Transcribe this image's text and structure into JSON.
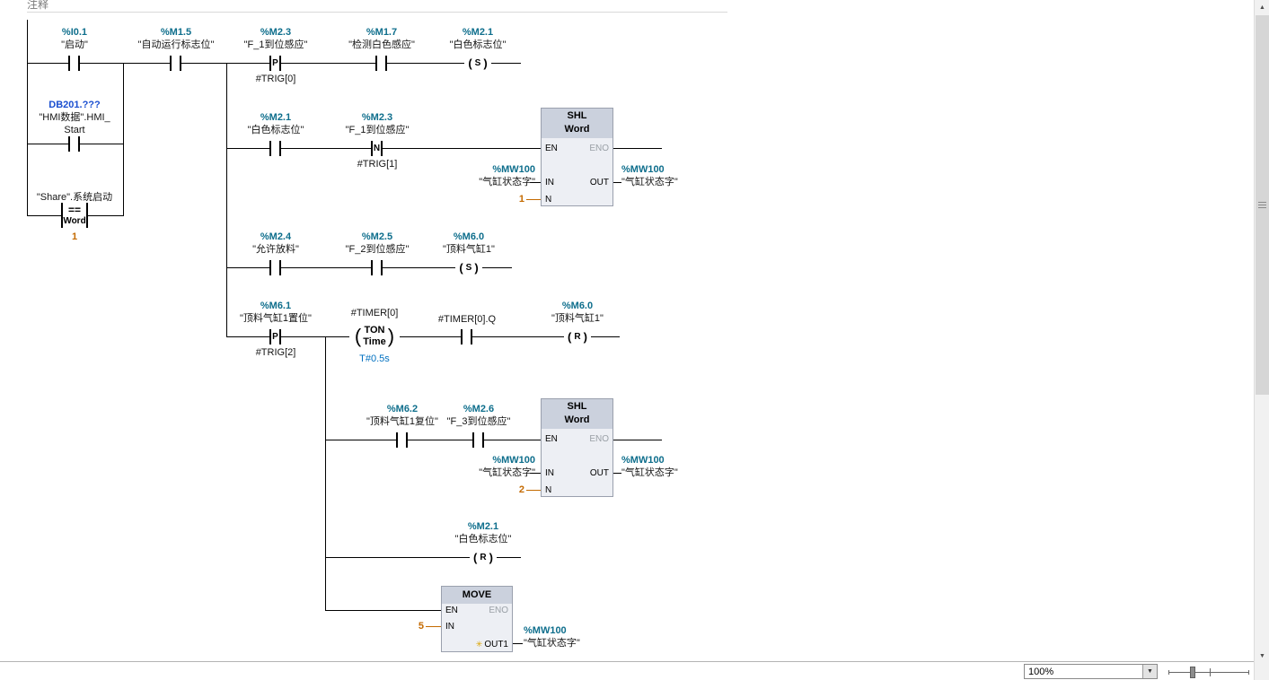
{
  "editor": {
    "comment": "注释"
  },
  "colors": {
    "operand": "#0e6e8c",
    "const": "#c46a00",
    "db": "#1a4fd0",
    "time": "#0070c0",
    "eno": "#9aa0a6",
    "box-header": "#cbd1dd",
    "box-body": "#edeff4"
  },
  "icons": {
    "dropdown": "▼",
    "scroll-up": "▲",
    "scroll-down": "▼",
    "star": "✳",
    "coil-open": "(",
    "coil-close": ")"
  },
  "statusbar": {
    "zoom_value": "100%"
  },
  "ladder": {
    "r1": {
      "c1": {
        "addr": "%I0.1",
        "name": "\"启动\""
      },
      "c2": {
        "addr": "%M1.5",
        "name": "\"自动运行标志位\""
      },
      "c3": {
        "addr": "%M2.3",
        "name": "\"F_1到位感应\"",
        "edge": "P",
        "trig": "#TRIG[0]"
      },
      "c4": {
        "addr": "%M1.7",
        "name": "\"检测白色感应\""
      },
      "coil": {
        "addr": "%M2.1",
        "name": "\"白色标志位\"",
        "op": "S"
      }
    },
    "hmi": {
      "db": "DB201.???",
      "line1": "\"HMI数据\".HMI_",
      "line2": "Start"
    },
    "cmp": {
      "operand": "\"Share\".系统启动",
      "op": "==",
      "type": "Word",
      "value": "1"
    },
    "r2": {
      "c1": {
        "addr": "%M2.1",
        "name": "\"白色标志位\""
      },
      "c2": {
        "addr": "%M2.3",
        "name": "\"F_1到位感应\"",
        "edge": "N",
        "trig": "#TRIG[1]"
      },
      "box": {
        "title": "SHL",
        "subtitle": "Word",
        "en": "EN",
        "eno": "ENO",
        "in": "IN",
        "n": "N",
        "out": "OUT",
        "n_value": "1",
        "in_addr": "%MW100",
        "in_name": "\"气缸状态字\"",
        "out_addr": "%MW100",
        "out_name": "\"气缸状态字\""
      }
    },
    "r3": {
      "c1": {
        "addr": "%M2.4",
        "name": "\"允许放料\""
      },
      "c2": {
        "addr": "%M2.5",
        "name": "\"F_2到位感应\""
      },
      "coil": {
        "addr": "%M6.0",
        "name": "\"顶料气缸1\"",
        "op": "S"
      }
    },
    "r4": {
      "c1": {
        "addr": "%M6.1",
        "name": "\"顶料气缸1置位\"",
        "edge": "P",
        "trig": "#TRIG[2]"
      },
      "timer": {
        "inst": "#TIMER[0]",
        "type": "TON",
        "dtype": "Time",
        "preset": "T#0.5s"
      },
      "q": {
        "addr": "#TIMER[0].Q"
      },
      "coil": {
        "addr": "%M6.0",
        "name": "\"顶料气缸1\"",
        "op": "R"
      }
    },
    "r5": {
      "c1": {
        "addr": "%M6.2",
        "name": "\"顶料气缸1复位\""
      },
      "c2": {
        "addr": "%M2.6",
        "name": "\"F_3到位感应\""
      },
      "box": {
        "title": "SHL",
        "subtitle": "Word",
        "en": "EN",
        "eno": "ENO",
        "in": "IN",
        "n": "N",
        "out": "OUT",
        "n_value": "2",
        "in_addr": "%MW100",
        "in_name": "\"气缸状态字\"",
        "out_addr": "%MW100",
        "out_name": "\"气缸状态字\""
      }
    },
    "r6": {
      "coil": {
        "addr": "%M2.1",
        "name": "\"白色标志位\"",
        "op": "R"
      }
    },
    "r7": {
      "move": {
        "title": "MOVE",
        "en": "EN",
        "eno": "ENO",
        "in": "IN",
        "out1": "OUT1",
        "in_value": "5",
        "out_addr": "%MW100",
        "out_name": "\"气缸状态字\""
      }
    }
  }
}
